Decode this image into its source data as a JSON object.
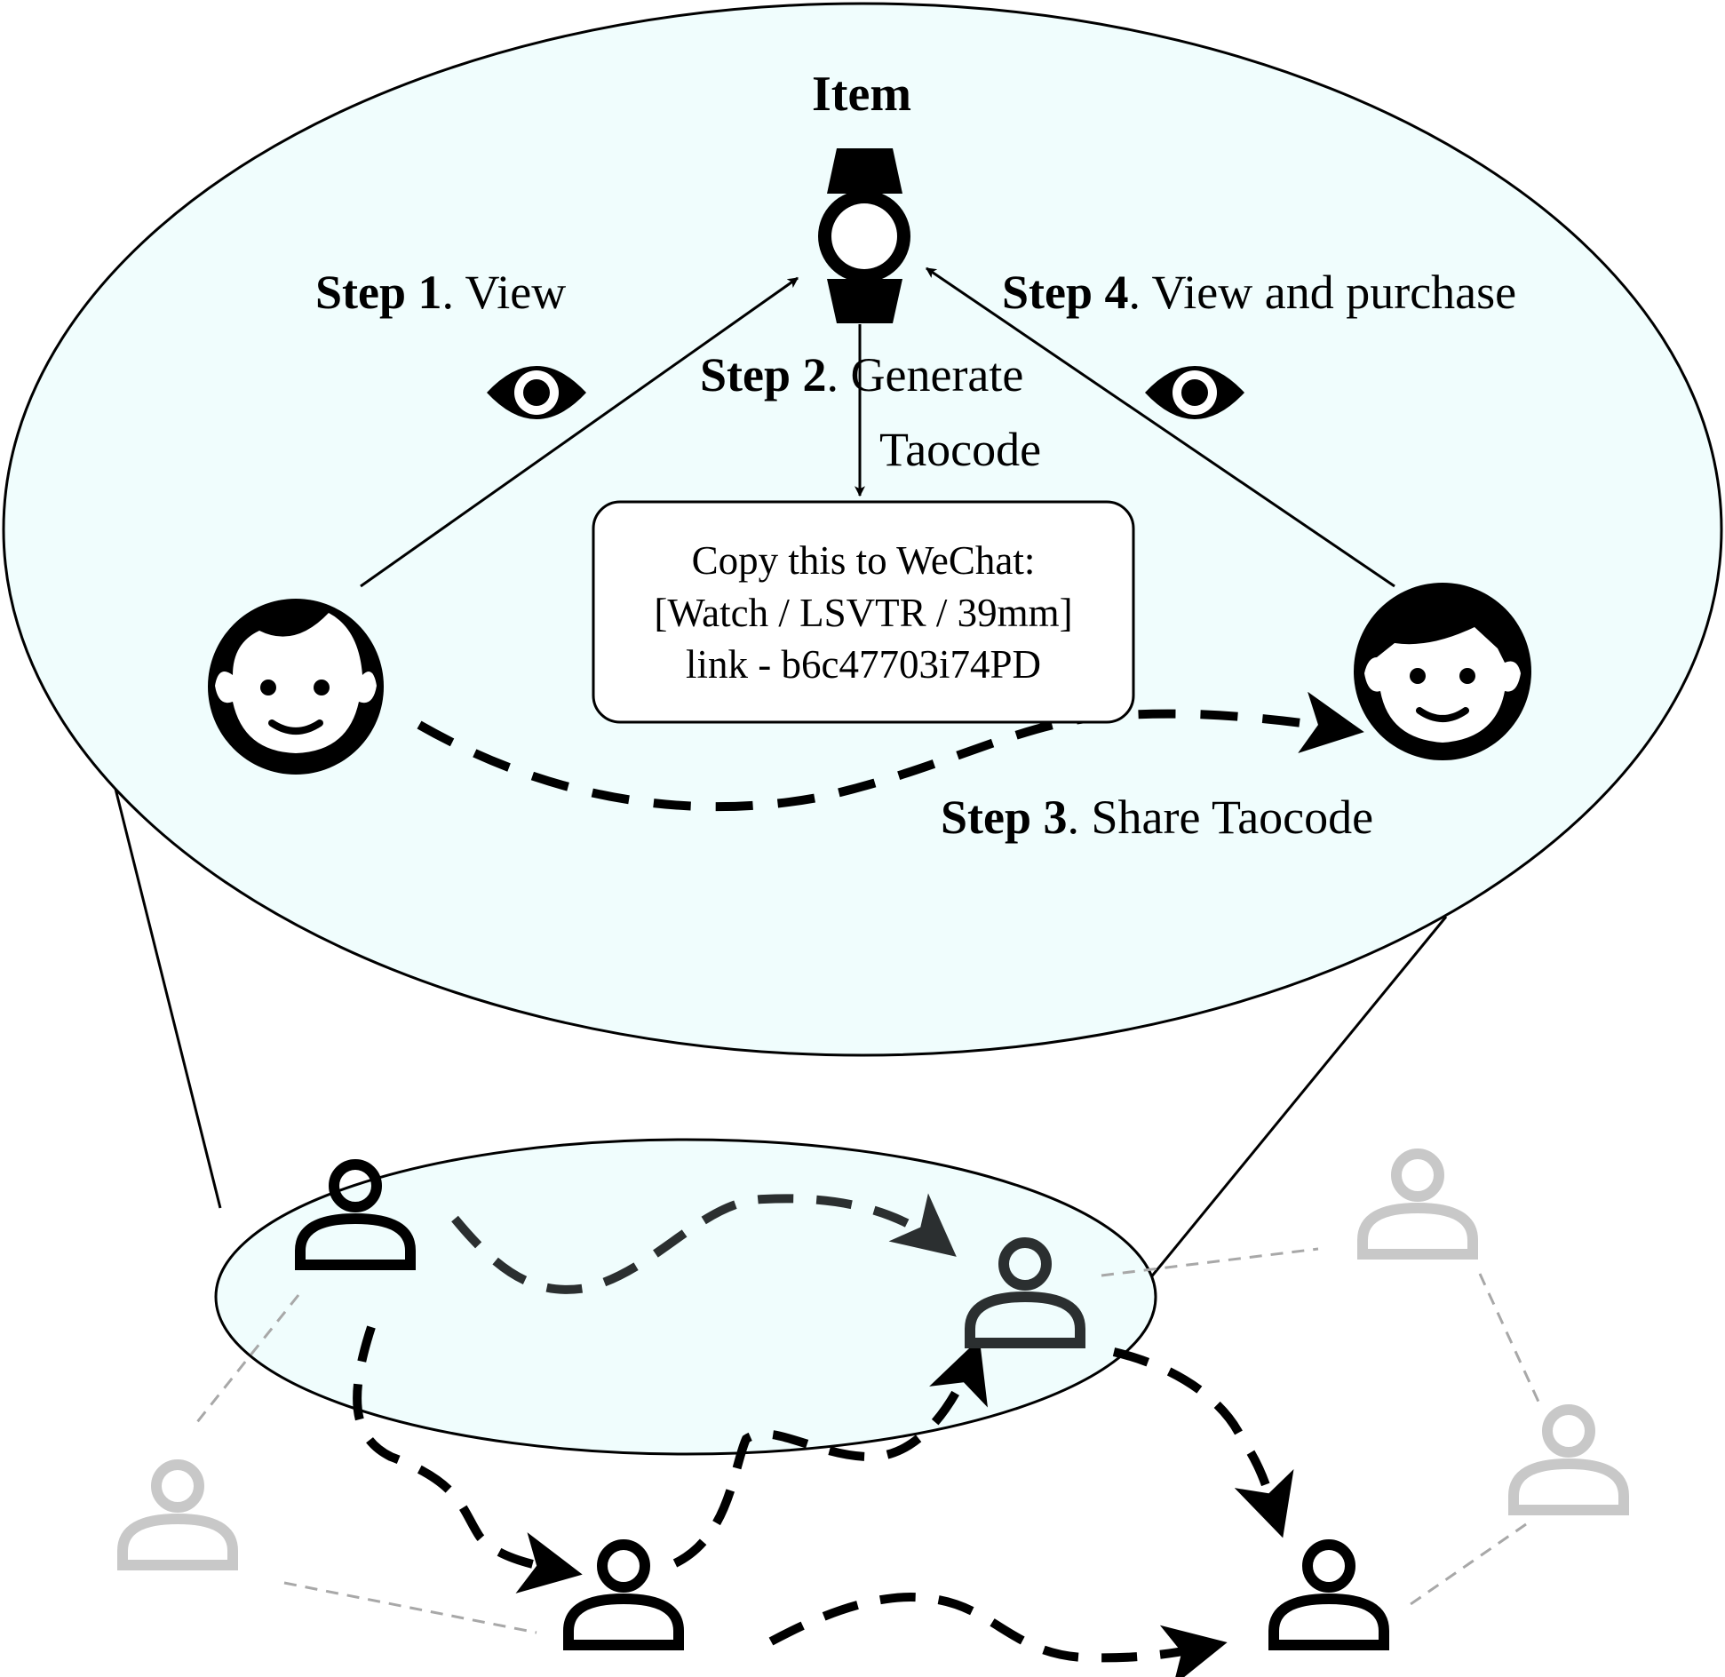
{
  "item_label": "Item",
  "steps": {
    "step1": {
      "bold": "Step 1",
      "rest": ". View"
    },
    "step2": {
      "bold": "Step 2",
      "rest": ". Generate",
      "line2": "Taocode"
    },
    "step3": {
      "bold": "Step 3",
      "rest": ". Share Taocode"
    },
    "step4": {
      "bold": "Step 4",
      "rest": ". View and purchase"
    }
  },
  "taocode_box": {
    "line1": "Copy this to WeChat:",
    "line2": "[Watch / LSVTR / 39mm]",
    "line3": "link - b6c47703i74PD"
  },
  "icons": {
    "item": "watch-icon",
    "view": "eye-icon",
    "sharer": "girl-face-icon",
    "receiver": "boy-face-icon",
    "network_user": "user-icon"
  },
  "colors": {
    "zoom_fill": "#f0fdfd",
    "active_user": "#000000",
    "highlighted_user": "#2b2f30",
    "faded_user": "#c8c8c8",
    "faded_edge": "#a8a8a8"
  }
}
